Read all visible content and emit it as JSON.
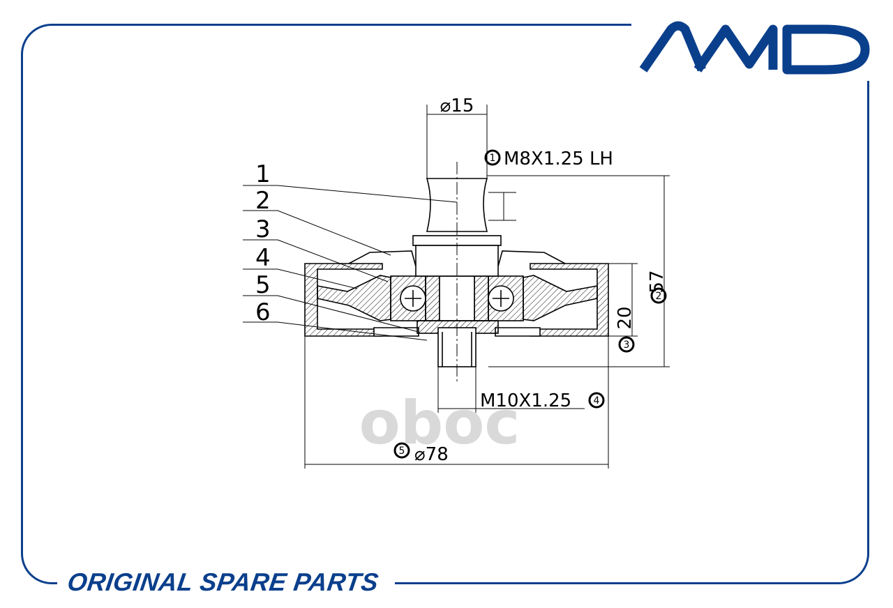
{
  "brand": {
    "logo_text": "AMD",
    "footer_text": "ORIGINAL SPARE PARTS",
    "watermark_text": "oboc",
    "primary_color": "#0a3f8c"
  },
  "drawing": {
    "part_labels": [
      "1",
      "2",
      "3",
      "4",
      "5",
      "6"
    ],
    "dimensions": {
      "shaft_diameter": "⌀15",
      "thread_top": "M8X1.25  LH",
      "thread_top_marker": "1",
      "height": "57",
      "height_marker": "2",
      "width": "20",
      "width_marker": "3",
      "thread_bottom": "M10X1.25",
      "thread_bottom_marker": "4",
      "outer_diameter": "⌀78",
      "outer_diameter_marker": "5"
    }
  }
}
